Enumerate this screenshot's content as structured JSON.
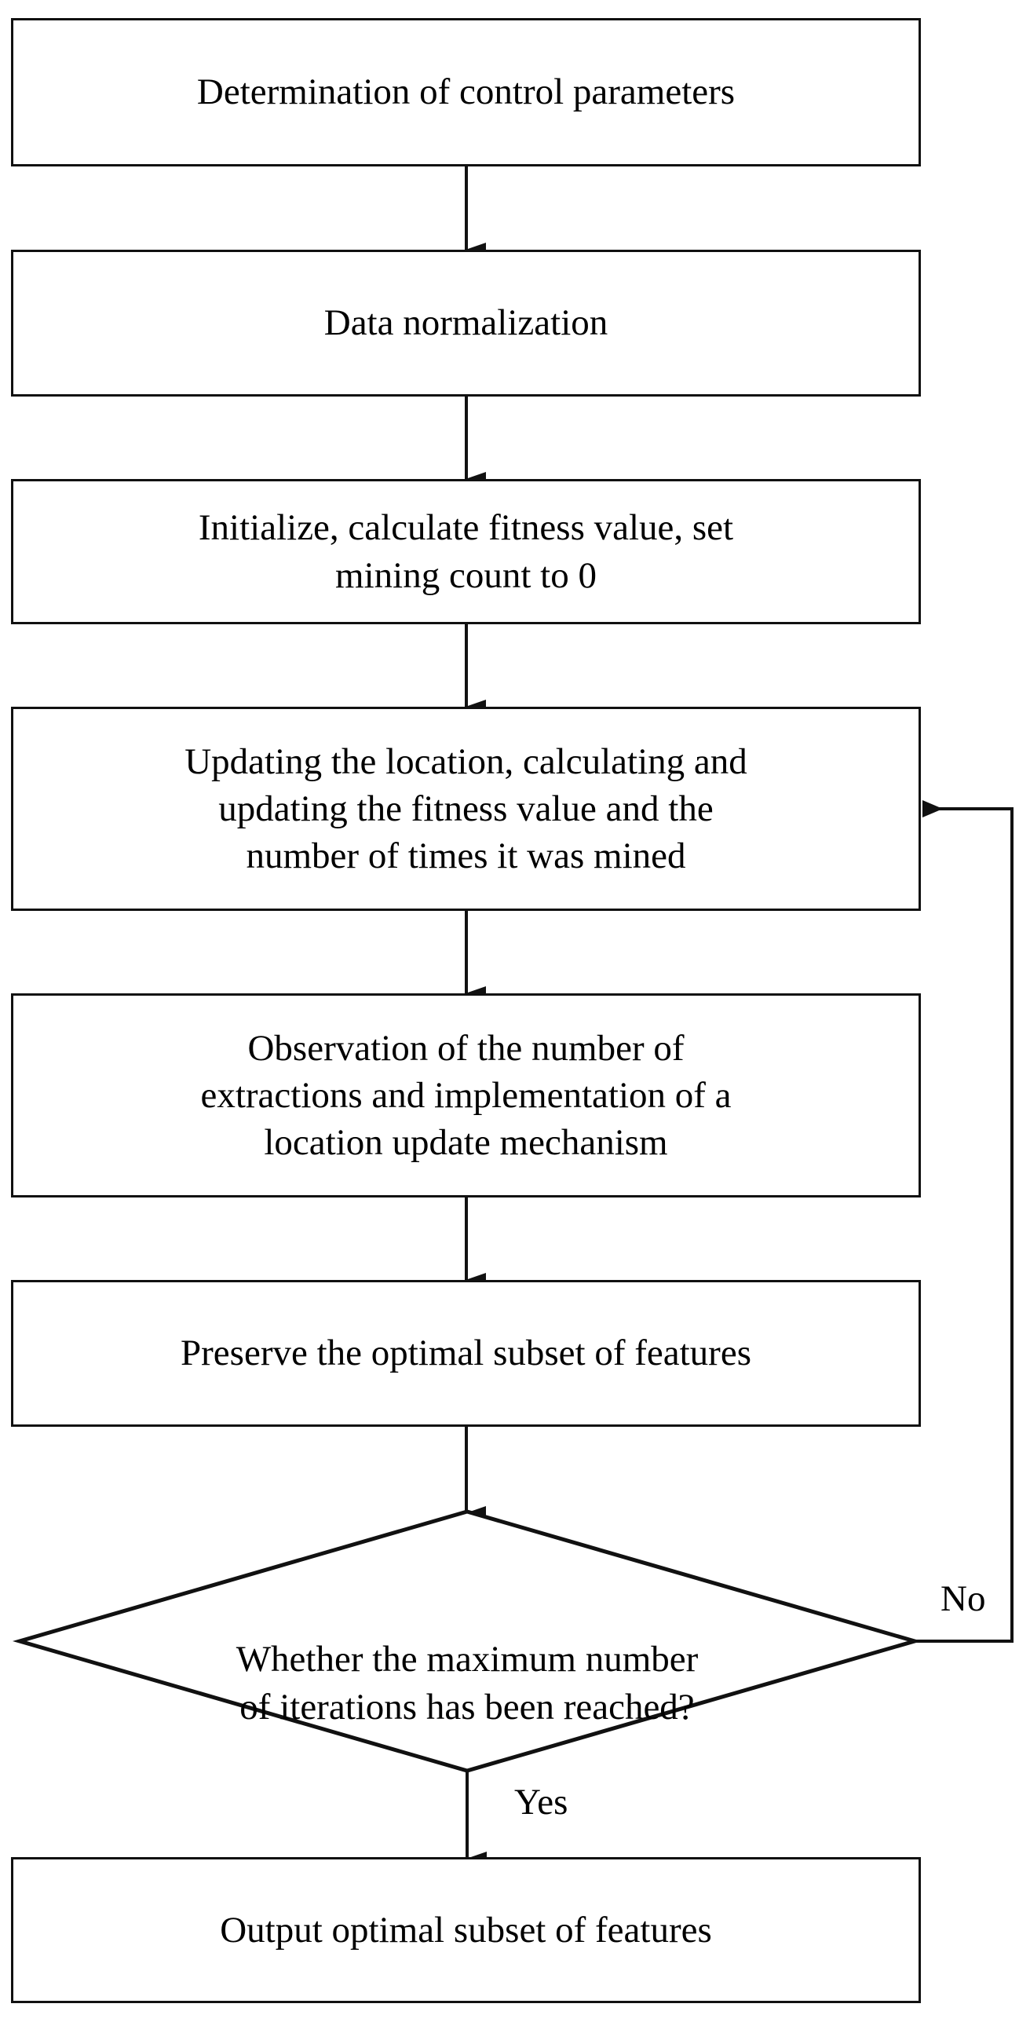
{
  "diagram": {
    "type": "flowchart",
    "title": "Algorithm flowchart",
    "orientation": "top-to-bottom",
    "line_color": "#111111",
    "fill_color": "#ffffff",
    "text_color": "#000000"
  },
  "nodes": [
    {
      "id": "n1",
      "shape": "rectangle",
      "text": "Determination of control parameters"
    },
    {
      "id": "n2",
      "shape": "rectangle",
      "text": "Data normalization"
    },
    {
      "id": "n3",
      "shape": "rectangle",
      "text": "Initialize, calculate fitness value, set\nmining count to 0"
    },
    {
      "id": "n4",
      "shape": "rectangle",
      "text": "Updating the location, calculating and\nupdating the fitness value and the\nnumber of times it was mined"
    },
    {
      "id": "n5",
      "shape": "rectangle",
      "text": "Observation of the number of\nextractions and implementation of a\nlocation update mechanism"
    },
    {
      "id": "n6",
      "shape": "rectangle",
      "text": "Preserve the optimal subset of features"
    },
    {
      "id": "n7",
      "shape": "diamond",
      "text": "Whether the maximum number\nof  iterations has been reached?"
    },
    {
      "id": "n8",
      "shape": "rectangle",
      "text": "Output optimal subset of features"
    }
  ],
  "edges": [
    {
      "id": "e1",
      "from": "n1",
      "to": "n2",
      "label": ""
    },
    {
      "id": "e2",
      "from": "n2",
      "to": "n3",
      "label": ""
    },
    {
      "id": "e3",
      "from": "n3",
      "to": "n4",
      "label": ""
    },
    {
      "id": "e4",
      "from": "n4",
      "to": "n5",
      "label": ""
    },
    {
      "id": "e5",
      "from": "n5",
      "to": "n6",
      "label": ""
    },
    {
      "id": "e6",
      "from": "n6",
      "to": "n7",
      "label": ""
    },
    {
      "id": "e7",
      "from": "n7",
      "to": "n8",
      "label": "Yes"
    },
    {
      "id": "e8",
      "from": "n7",
      "to": "n4",
      "label": "No"
    }
  ],
  "edge_labels": {
    "no": "No",
    "yes": "Yes"
  }
}
